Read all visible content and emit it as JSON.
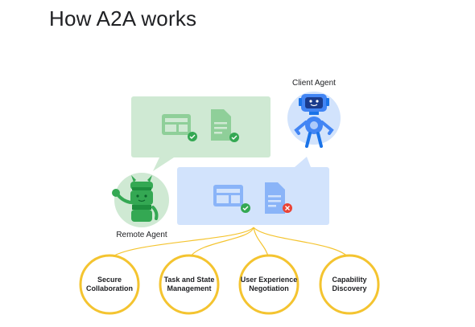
{
  "title": "How A2A works",
  "agents": {
    "client": "Client Agent",
    "remote": "Remote Agent"
  },
  "capabilities": [
    {
      "line1": "Secure",
      "line2": "Collaboration"
    },
    {
      "line1": "Task and State",
      "line2": "Management"
    },
    {
      "line1": "User Experience",
      "line2": "Negotiation"
    },
    {
      "line1": "Capability",
      "line2": "Discovery"
    }
  ],
  "colors": {
    "green_bubble": "#cfe9d3",
    "blue_bubble": "#d2e3fc",
    "gold": "#f4c430",
    "check_green": "#34a853",
    "error_red": "#ea4335"
  }
}
